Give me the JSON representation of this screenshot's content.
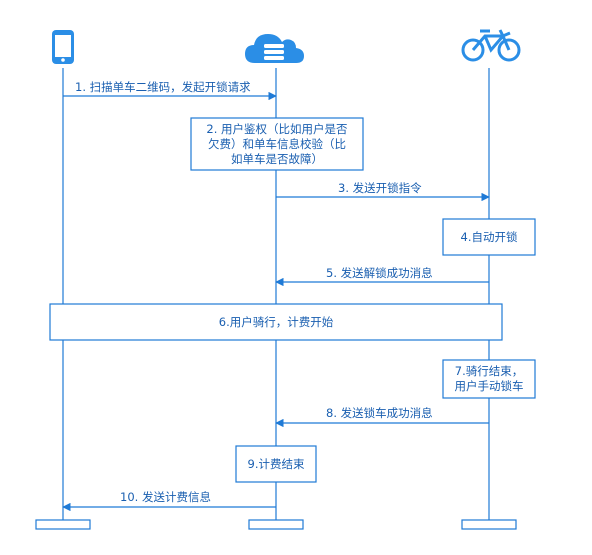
{
  "participants": [
    {
      "id": "phone",
      "icon": "phone-icon"
    },
    {
      "id": "cloud",
      "icon": "cloud-server-icon"
    },
    {
      "id": "bike",
      "icon": "bicycle-icon"
    }
  ],
  "messages": [
    {
      "label": "1. 扫描单车二维码，发起开锁请求"
    },
    {
      "label": "3. 发送开锁指令"
    },
    {
      "label": "5. 发送解锁成功消息"
    },
    {
      "label": "8. 发送锁车成功消息"
    },
    {
      "label": "10. 发送计费信息"
    }
  ],
  "notes": {
    "step2": [
      "2. 用户鉴权（比如用户是否",
      "欠费）和单车信息校验（比",
      "如单车是否故障）"
    ],
    "step4": "4.自动开锁",
    "step6": "6.用户骑行，计费开始",
    "step7": [
      "7.骑行结束，",
      "用户手动锁车"
    ],
    "step9": "9.计费结束"
  },
  "colors": {
    "line": "#1f7ad6",
    "text": "#1a5fb0",
    "icon": "#2b8ee6"
  }
}
